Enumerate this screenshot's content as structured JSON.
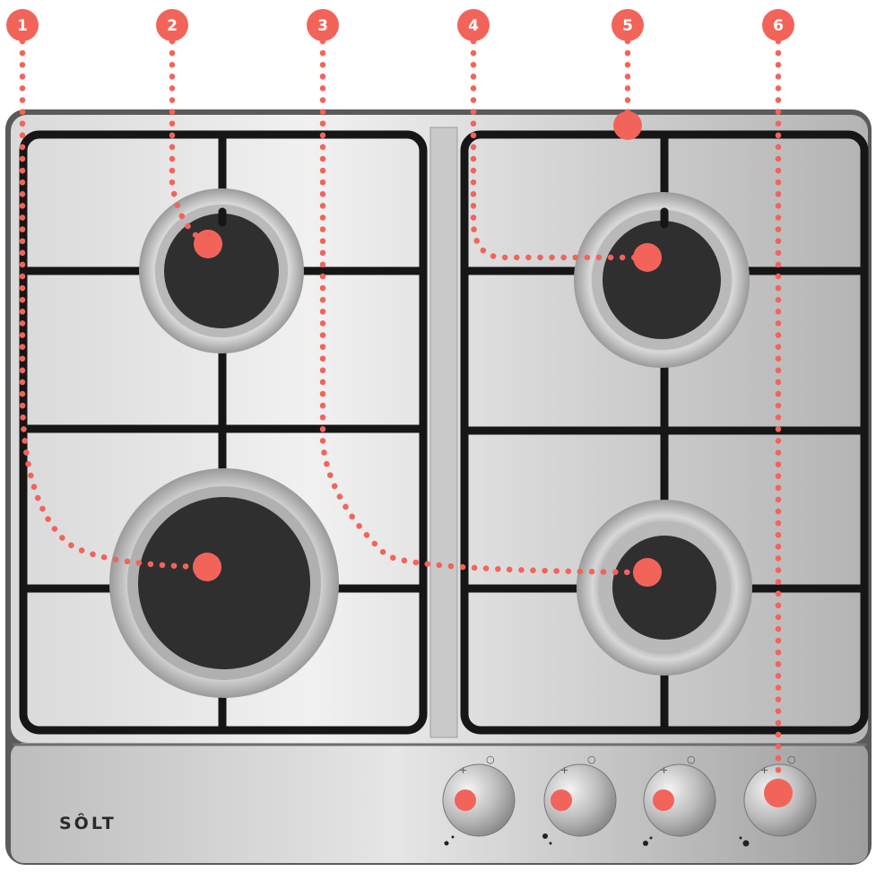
{
  "brand": {
    "name": "SÔLT"
  },
  "callouts": [
    {
      "number": "1"
    },
    {
      "number": "2"
    },
    {
      "number": "3"
    },
    {
      "number": "4"
    },
    {
      "number": "5"
    },
    {
      "number": "6"
    }
  ],
  "knob_marks": {
    "plus": "+",
    "off": "○"
  },
  "colors": {
    "accent": "#f2645a",
    "steel_light": "#e4e4e4",
    "steel_mid": "#bdbdbd",
    "steel_dark": "#8c8c8c",
    "grate": "#161616",
    "burner_cap": "#2f2f2f",
    "ring": "#a9a9a9"
  },
  "components": [
    {
      "id": "1",
      "label": "burner-large-front-left"
    },
    {
      "id": "2",
      "label": "burner-back-left"
    },
    {
      "id": "3",
      "label": "burner-front-right"
    },
    {
      "id": "4",
      "label": "burner-back-right"
    },
    {
      "id": "5",
      "label": "hob-surface"
    },
    {
      "id": "6",
      "label": "control-knob"
    }
  ]
}
